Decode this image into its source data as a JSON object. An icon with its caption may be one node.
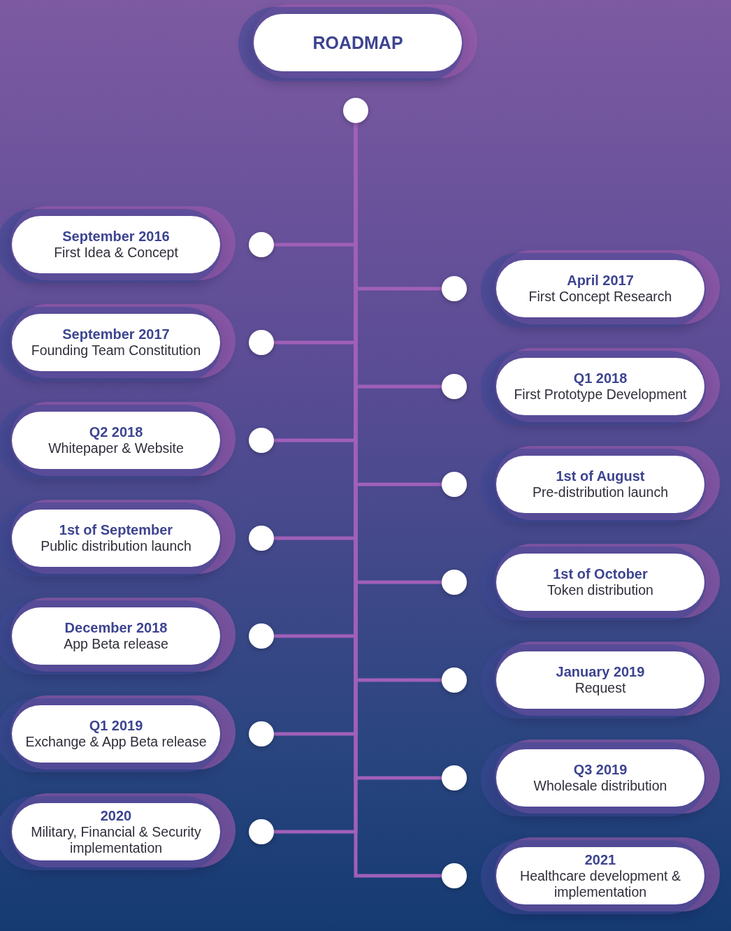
{
  "diagram": {
    "nodes": [
      {
        "text": [
          "ROADMAP"
        ]
      },
      {
        "text": [],
        "shape": "circle"
      },
      {
        "text": [
          "September 2016",
          "First Idea & Concept"
        ]
      },
      {
        "text": [],
        "shape": "circle"
      },
      {
        "text": [
          "April 2017",
          "First Concept Research"
        ]
      },
      {
        "text": [],
        "shape": "circle"
      },
      {
        "text": [
          "September 2017",
          "Founding Team Constitution"
        ]
      },
      {
        "text": [],
        "shape": "circle"
      },
      {
        "text": [
          "Q1 2018",
          "First Prototype Development"
        ]
      },
      {
        "text": [],
        "shape": "circle"
      },
      {
        "text": [
          "Q2 2018",
          "Whitepaper & Website"
        ]
      },
      {
        "text": [],
        "shape": "circle"
      },
      {
        "text": [
          "1st of August",
          "Pre-distribution launch"
        ]
      },
      {
        "text": [],
        "shape": "circle"
      },
      {
        "text": [
          "1st of September",
          "Public distribution launch"
        ]
      },
      {
        "text": [],
        "shape": "circle"
      },
      {
        "text": [
          "1st of October",
          "Token distribution"
        ]
      },
      {
        "text": [],
        "shape": "circle"
      },
      {
        "text": [
          "December 2018",
          "App Beta release"
        ]
      },
      {
        "text": [],
        "shape": "circle"
      },
      {
        "text": [
          "January 2019",
          "Request"
        ]
      },
      {
        "text": [],
        "shape": "circle"
      },
      {
        "text": [
          "Q1 2019",
          "Exchange & App Beta release"
        ]
      },
      {
        "text": [],
        "shape": "circle"
      },
      {
        "text": [
          "Q3 2019",
          "Wholesale distribution"
        ]
      },
      {
        "text": [],
        "shape": "circle"
      },
      {
        "text": [
          "2020",
          "Military, Financial & Security implementation"
        ]
      },
      {
        "text": [],
        "shape": "circle"
      },
      {
        "text": [
          "2021",
          "Healthcare development & implementation"
        ]
      },
      {
        "text": [],
        "shape": "circle"
      }
    ],
    "edges": [
      {
        "from": 1,
        "to": 3,
        "arrow": "none"
      },
      {
        "from": 1,
        "to": 5,
        "arrow": "none"
      },
      {
        "from": 1,
        "to": 7,
        "arrow": "none"
      },
      {
        "from": 1,
        "to": 9,
        "arrow": "none"
      },
      {
        "from": 1,
        "to": 11,
        "arrow": "none"
      },
      {
        "from": 1,
        "to": 13,
        "arrow": "none"
      },
      {
        "from": 1,
        "to": 15,
        "arrow": "none"
      },
      {
        "from": 1,
        "to": 17,
        "arrow": "none"
      },
      {
        "from": 1,
        "to": 19,
        "arrow": "none"
      },
      {
        "from": 1,
        "to": 21,
        "arrow": "none"
      },
      {
        "from": 1,
        "to": 23,
        "arrow": "none"
      },
      {
        "from": 1,
        "to": 25,
        "arrow": "none"
      },
      {
        "from": 1,
        "to": 27,
        "arrow": "none"
      },
      {
        "from": 1,
        "to": 29,
        "arrow": "none"
      }
    ]
  }
}
